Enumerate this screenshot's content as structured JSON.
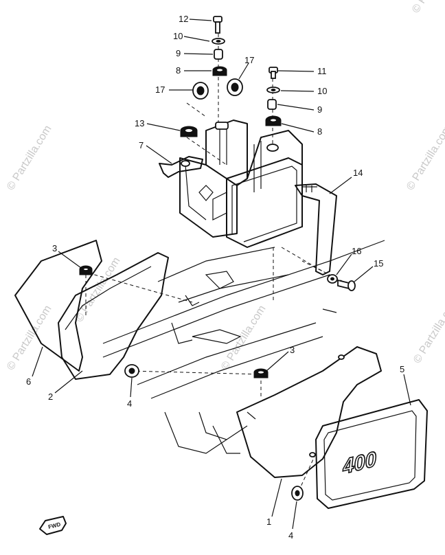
{
  "watermark": {
    "text": "© Partzilla.com",
    "color": "#c9c9c9"
  },
  "callouts": [
    "12",
    "10",
    "9",
    "8",
    "17",
    "17",
    "11",
    "10",
    "9",
    "8",
    "13",
    "7",
    "14",
    "3",
    "16",
    "15",
    "6",
    "2",
    "4",
    "3",
    "5",
    "1",
    "4"
  ],
  "emblem_text": "400",
  "direction_marker": "FWD",
  "colors": {
    "line": "#111111",
    "background": "#ffffff"
  }
}
